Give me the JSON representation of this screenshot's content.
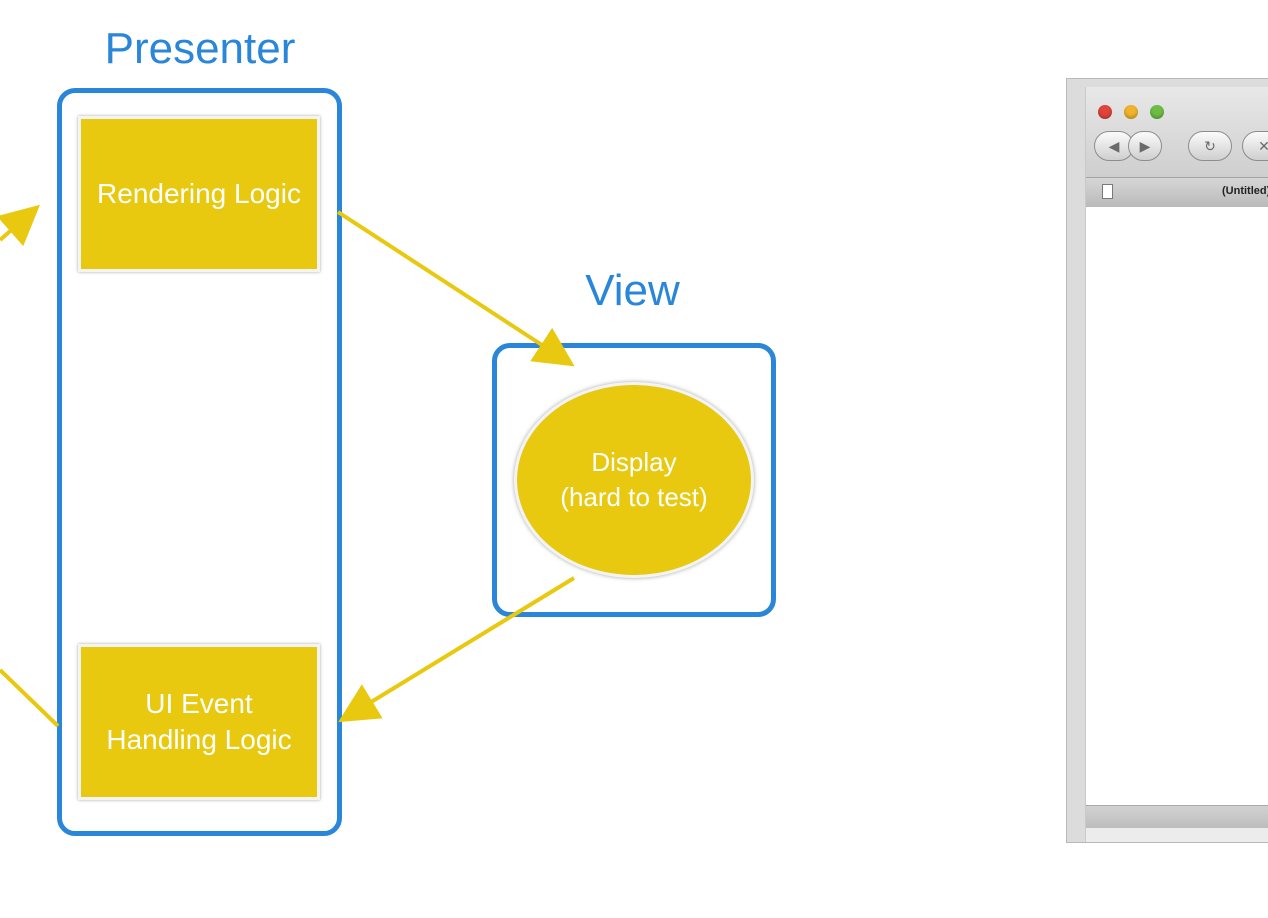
{
  "presenter": {
    "title": "Presenter",
    "rendering_logic": "Rendering Logic",
    "ui_event_logic": "UI Event\nHandling Logic"
  },
  "view": {
    "title": "View",
    "display": "Display\n(hard to test)"
  },
  "browser": {
    "tab_title": "(Untitled)",
    "back_icon": "back-arrow-icon",
    "forward_icon": "forward-arrow-icon",
    "reload_icon": "reload-icon",
    "stop_icon": "stop-icon"
  },
  "colors": {
    "frame_blue": "#2a86d8",
    "box_yellow": "#e8c910",
    "arrow_yellow": "#e8c910",
    "traffic_red": "#e0453c",
    "traffic_yellow": "#f1b32b",
    "traffic_green": "#6dbd45"
  }
}
